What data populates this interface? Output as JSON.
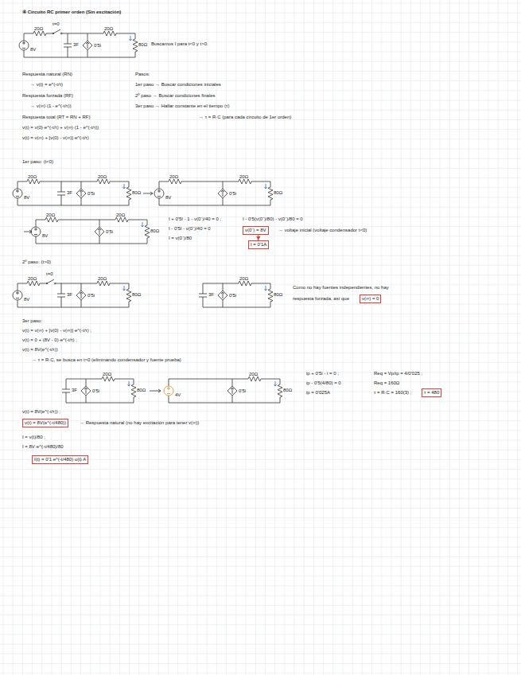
{
  "diagram": {
    "title": "④ Circuito RC primer orden (Sin excitación)",
    "nodes": [
      {
        "text": [
          "v(0⁻) = 8V"
        ]
      },
      {
        "text": [
          "I = 0'1A"
        ]
      },
      {
        "text": [
          "v(∞) = 0"
        ]
      },
      {
        "text": [
          "τ = 480"
        ]
      },
      {
        "text": [
          "v(t) = 8V(e^(-t/480))"
        ]
      },
      {
        "text": [
          "I(t) = 0'1 e^(-t/480) u(t) A"
        ]
      }
    ],
    "edges": [
      {
        "from": 0,
        "to": 1,
        "arrow": "to"
      }
    ],
    "labels": [
      "20Ω",
      "t=0",
      "20Ω",
      "8V",
      "3F",
      "0'5i",
      "80Ω",
      "Buscamos I para t<0 y t>0.",
      "Respuesta natural (RN)",
      "→ v(t) = e^(-t/τ)",
      "Respuesta forzada (RF)",
      "→ v(∞)·(1 - e^(-t/τ))",
      "Respuesta total (RT = RN + RF)",
      "v(t) = v(0)·e^(-t/τ) + v(∞)·(1 - e^(-t/τ))",
      "v(t) = v(∞) + [v(0) - v(∞)]·e^(-t/τ)",
      "Pasos:",
      "1er paso → Buscar condiciones iniciales",
      "2º paso → Buscar condiciones finales",
      "3er paso → Hallar constante en el tiempo (τ)",
      "→ τ = R·C (para cada circuito de 1er orden)",
      "1er paso: (t<0)",
      "20Ω",
      "20Ω",
      "8V",
      "3F",
      "0'5i",
      "80Ω",
      "20Ω",
      "20Ω",
      "8V",
      "0'5i",
      "80Ω",
      "20Ω",
      "20Ω",
      "8V",
      "0'5i",
      "80Ω",
      "I + 0'5I - 1 - v(0⁻)/40 = 0 ;",
      "I - 0'5I - v(0⁻)/40 = 0",
      "I = v(0⁻)/80",
      "I - 0'5(v(0⁻)/80) - v(0⁻)/80 = 0",
      "→ voltaje inicial (voltaje condensador t<0)",
      "2º paso: (t>0)",
      "20Ω",
      "t=0",
      "20Ω",
      "8V",
      "3F",
      "0'5i",
      "80Ω",
      "3F",
      "0'5i",
      "20Ω",
      "80Ω",
      "Como no hay fuentes independientes, no hay",
      "respuesta forzada, así que",
      "3er paso:",
      "v(t) = v(∞) + [v(0) - v(∞)]·e^(-t/τ) ;",
      "v(t) = 0 + (8V - 0)·e^(-t/τ) ;",
      "v(t) = 8V(e^(-t/τ))",
      "→ τ = R·C, se busca en t>0 (eliminando condensador y fuente prueba)",
      "3F",
      "0'5i",
      "20Ω",
      "80Ω",
      "4V",
      "0'5i",
      "20Ω",
      "80Ω",
      "ip + 0'5i - i = 0 ;",
      "ip - 0'5(4/80) = 0",
      "ip = 0'025A",
      "Req = Vp/ip = 4/0'025 ;",
      "Req = 160Ω",
      "τ = R·C = 160(3) ;",
      "v(t) = 8V(e^(-t/τ)) ;",
      "→ Respuesta natural (no hay excitación para tener v(∞))",
      "I = v(t)/80 ;",
      "I = 8V·e^(-t/480)/80"
    ]
  }
}
